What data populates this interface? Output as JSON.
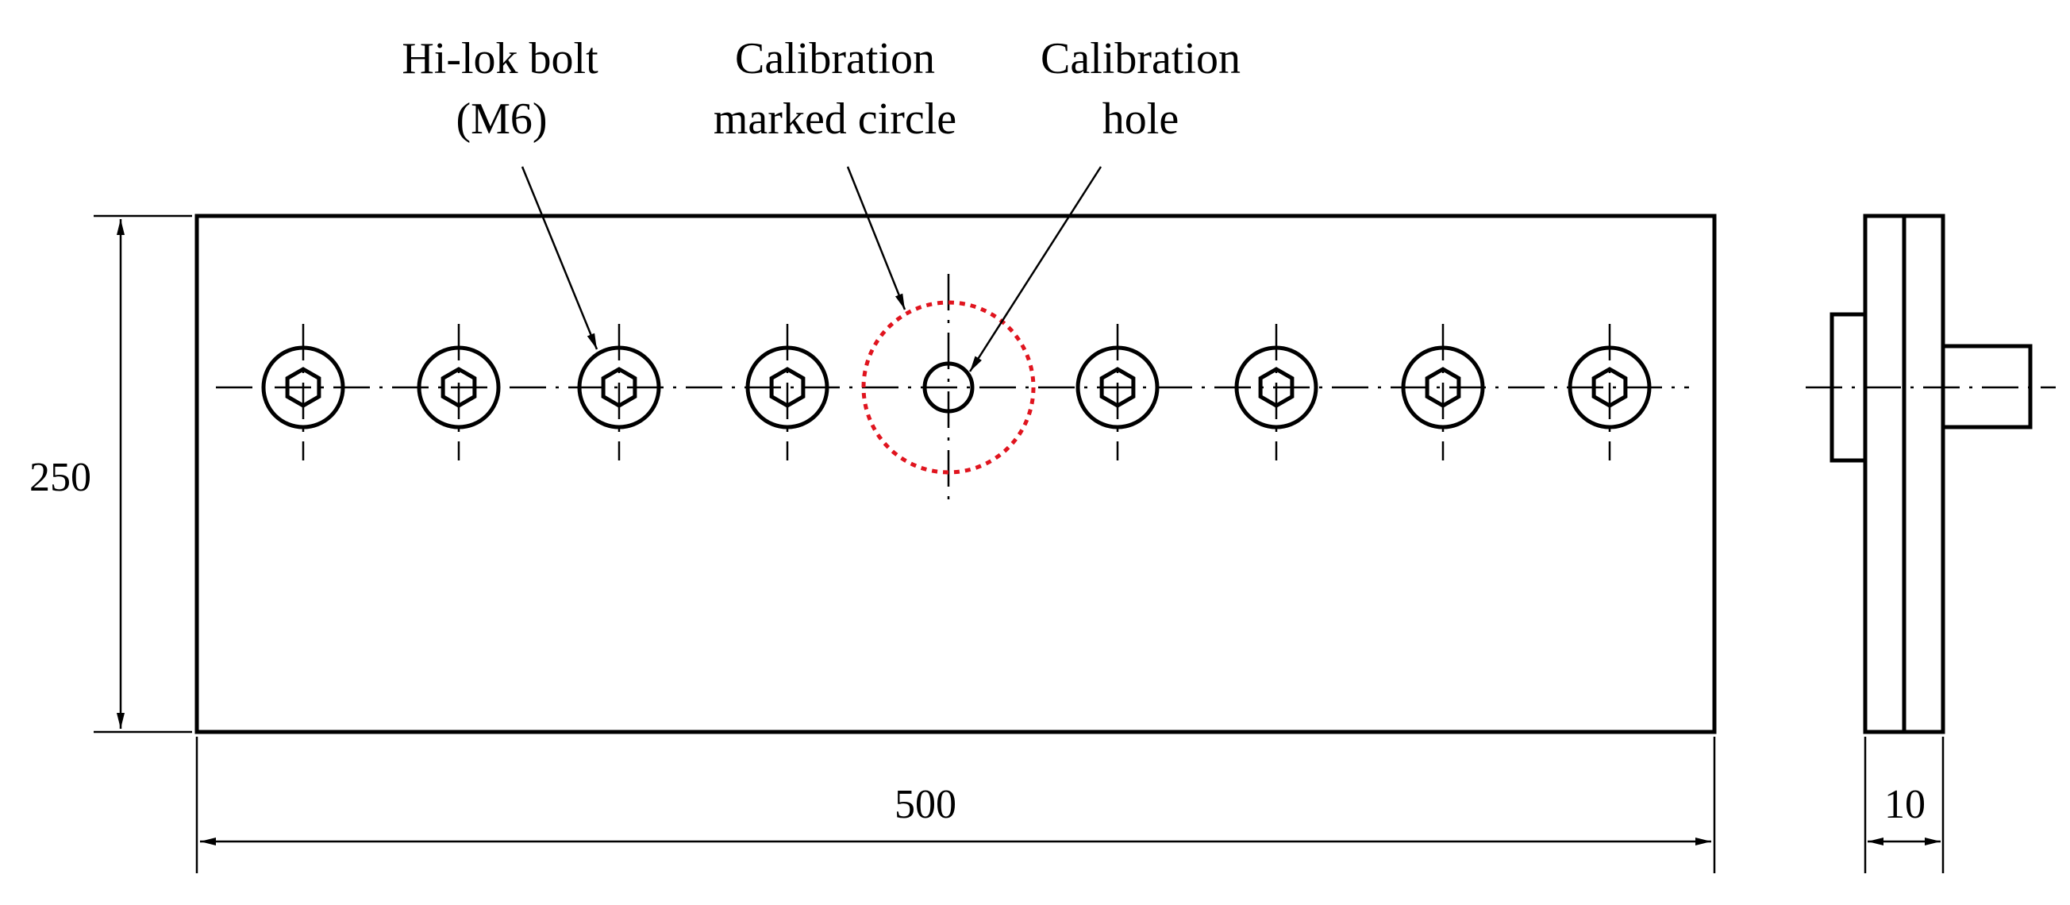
{
  "labels": {
    "bolt_line1": "Hi-lok bolt",
    "bolt_line2": "(M6)",
    "marked_line1": "Calibration",
    "marked_line2": "marked circle",
    "hole_line1": "Calibration",
    "hole_line2": "hole"
  },
  "dimensions": {
    "height": "250",
    "length": "500",
    "thickness": "10"
  },
  "colors": {
    "line": "#000000",
    "marked_circle": "#e0141e"
  }
}
